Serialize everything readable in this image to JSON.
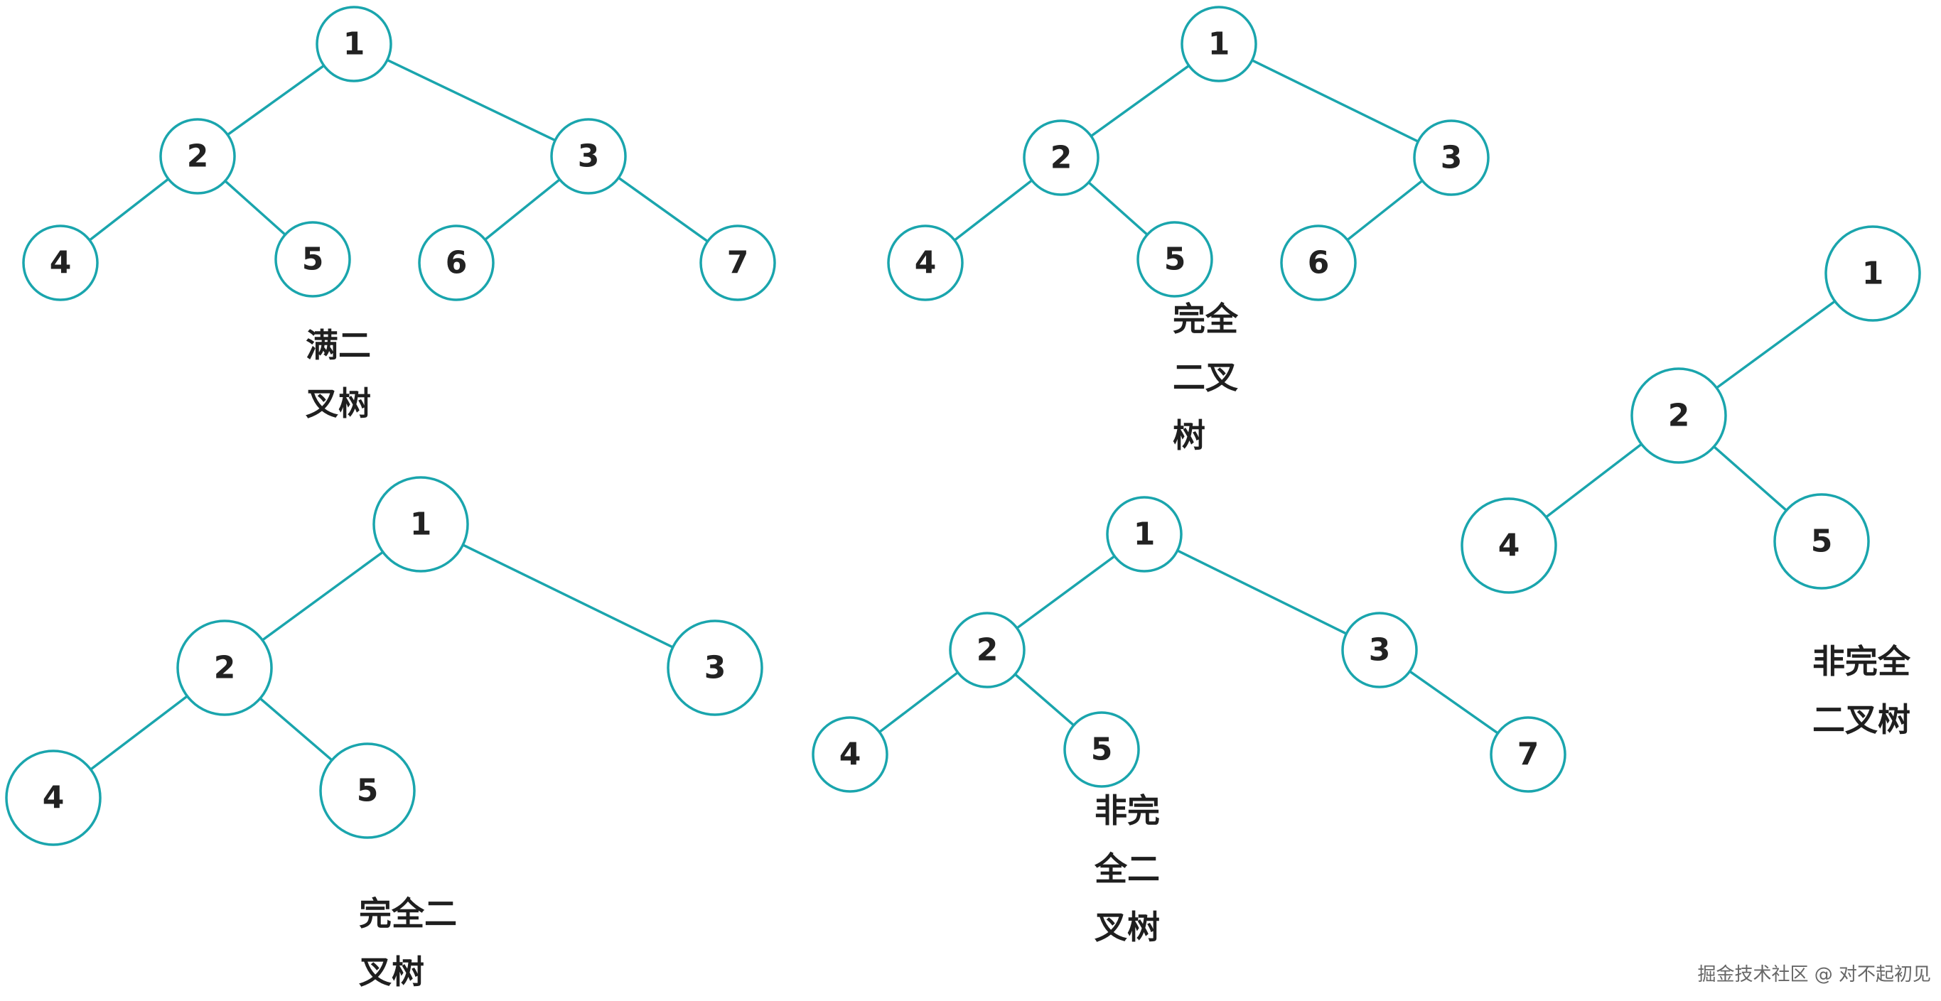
{
  "colors": {
    "line": "#1aa5ad",
    "text": "#222222"
  },
  "trees": [
    {
      "caption": "满二\n叉树",
      "nodes": [
        {
          "label": "1"
        },
        {
          "label": "2"
        },
        {
          "label": "3"
        },
        {
          "label": "4"
        },
        {
          "label": "5"
        },
        {
          "label": "6"
        },
        {
          "label": "7"
        }
      ]
    },
    {
      "caption": "完全\n二叉\n树",
      "nodes": [
        {
          "label": "1"
        },
        {
          "label": "2"
        },
        {
          "label": "3"
        },
        {
          "label": "4"
        },
        {
          "label": "5"
        },
        {
          "label": "6"
        }
      ]
    },
    {
      "caption": "非完全\n二叉树",
      "nodes": [
        {
          "label": "1"
        },
        {
          "label": "2"
        },
        {
          "label": "4"
        },
        {
          "label": "5"
        }
      ]
    },
    {
      "caption": "完全二\n叉树",
      "nodes": [
        {
          "label": "1"
        },
        {
          "label": "2"
        },
        {
          "label": "3"
        },
        {
          "label": "4"
        },
        {
          "label": "5"
        }
      ]
    },
    {
      "caption": "非完\n全二\n叉树",
      "nodes": [
        {
          "label": "1"
        },
        {
          "label": "2"
        },
        {
          "label": "3"
        },
        {
          "label": "4"
        },
        {
          "label": "5"
        },
        {
          "label": "7"
        }
      ]
    }
  ],
  "watermark": "掘金技术社区 @ 对不起初见"
}
